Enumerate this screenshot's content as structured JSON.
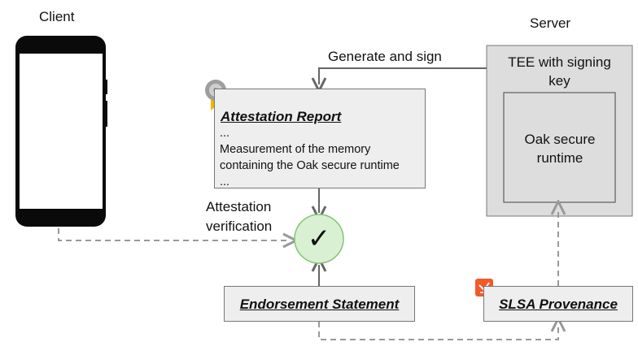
{
  "client": {
    "label": "Client"
  },
  "server": {
    "label": "Server",
    "tee_label": "TEE with signing key",
    "runtime_label": "Oak secure runtime"
  },
  "attestation_report": {
    "title": "Attestation Report",
    "lines": [
      "...",
      "Measurement of the memory",
      "containing the Oak secure runtime",
      "..."
    ]
  },
  "edges": {
    "generate_and_sign": "Generate and sign",
    "attestation_verification": "Attestation verification"
  },
  "verification": {
    "symbol": "✓"
  },
  "endorsement_statement": {
    "title": "Endorsement Statement"
  },
  "slsa_provenance": {
    "title": "SLSA Provenance"
  },
  "colors": {
    "box_fill": "#eeeeee",
    "server_fill": "#dddddd",
    "check_fill": "#d9f0d3",
    "check_border": "#86c27a",
    "arrow": "#666666",
    "dashed_arrow": "#999999"
  }
}
